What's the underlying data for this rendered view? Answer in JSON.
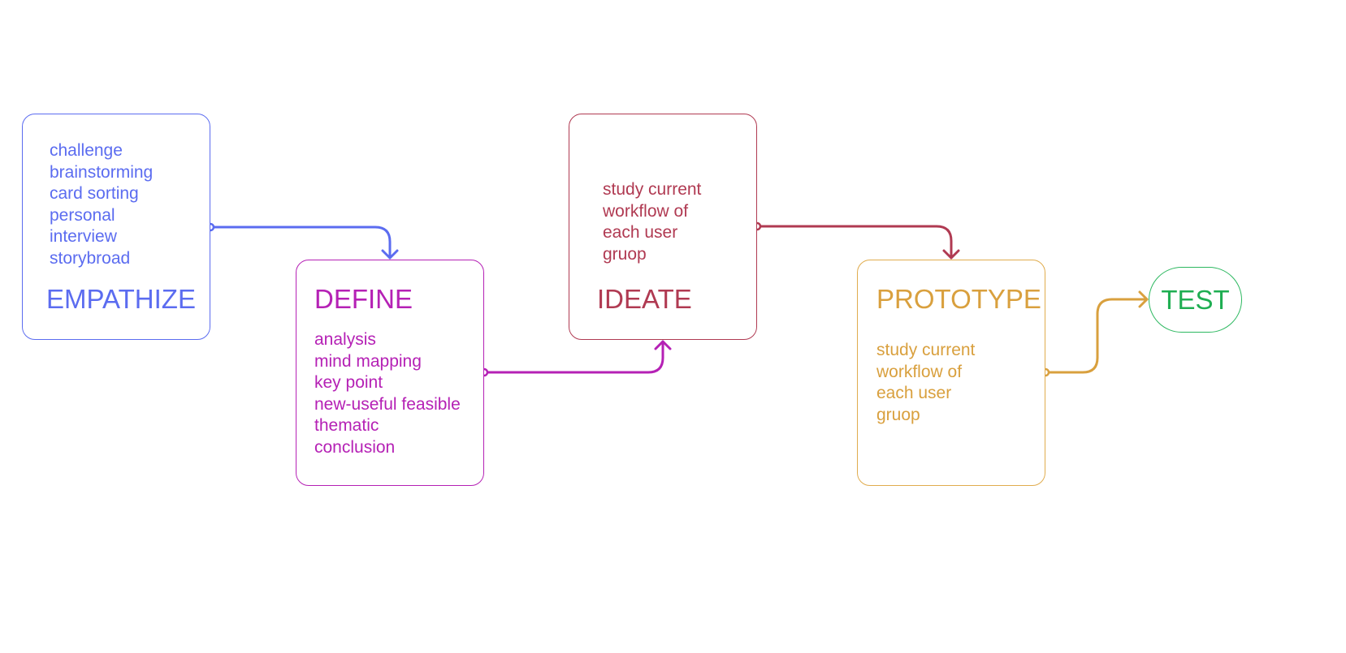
{
  "stages": {
    "empathize": {
      "title": "EMPATHIZE",
      "items": [
        "challenge",
        "brainstorming",
        "card sorting",
        "personal",
        "interview",
        "storybroad"
      ],
      "color": "#5B6CF0"
    },
    "define": {
      "title": "DEFINE",
      "items": [
        "analysis",
        "mind mapping",
        "key point",
        "new-useful feasible",
        "thematic",
        "conclusion"
      ],
      "color": "#B521B5"
    },
    "ideate": {
      "title": "IDEATE",
      "items": [
        "study current",
        "workflow of",
        "each user",
        "gruop"
      ],
      "color": "#B03A52"
    },
    "prototype": {
      "title": "PROTOTYPE",
      "items": [
        "study current",
        "workflow of",
        "each user",
        "gruop"
      ],
      "color": "#D9A03E"
    },
    "test": {
      "title": "TEST",
      "color": "#1FAE52"
    }
  },
  "connectors": [
    {
      "from": "empathize",
      "to": "define",
      "color": "#5B6CF0"
    },
    {
      "from": "define",
      "to": "ideate",
      "color": "#B521B5"
    },
    {
      "from": "ideate",
      "to": "prototype",
      "color": "#B03A52"
    },
    {
      "from": "prototype",
      "to": "test",
      "color": "#D9A03E"
    }
  ]
}
